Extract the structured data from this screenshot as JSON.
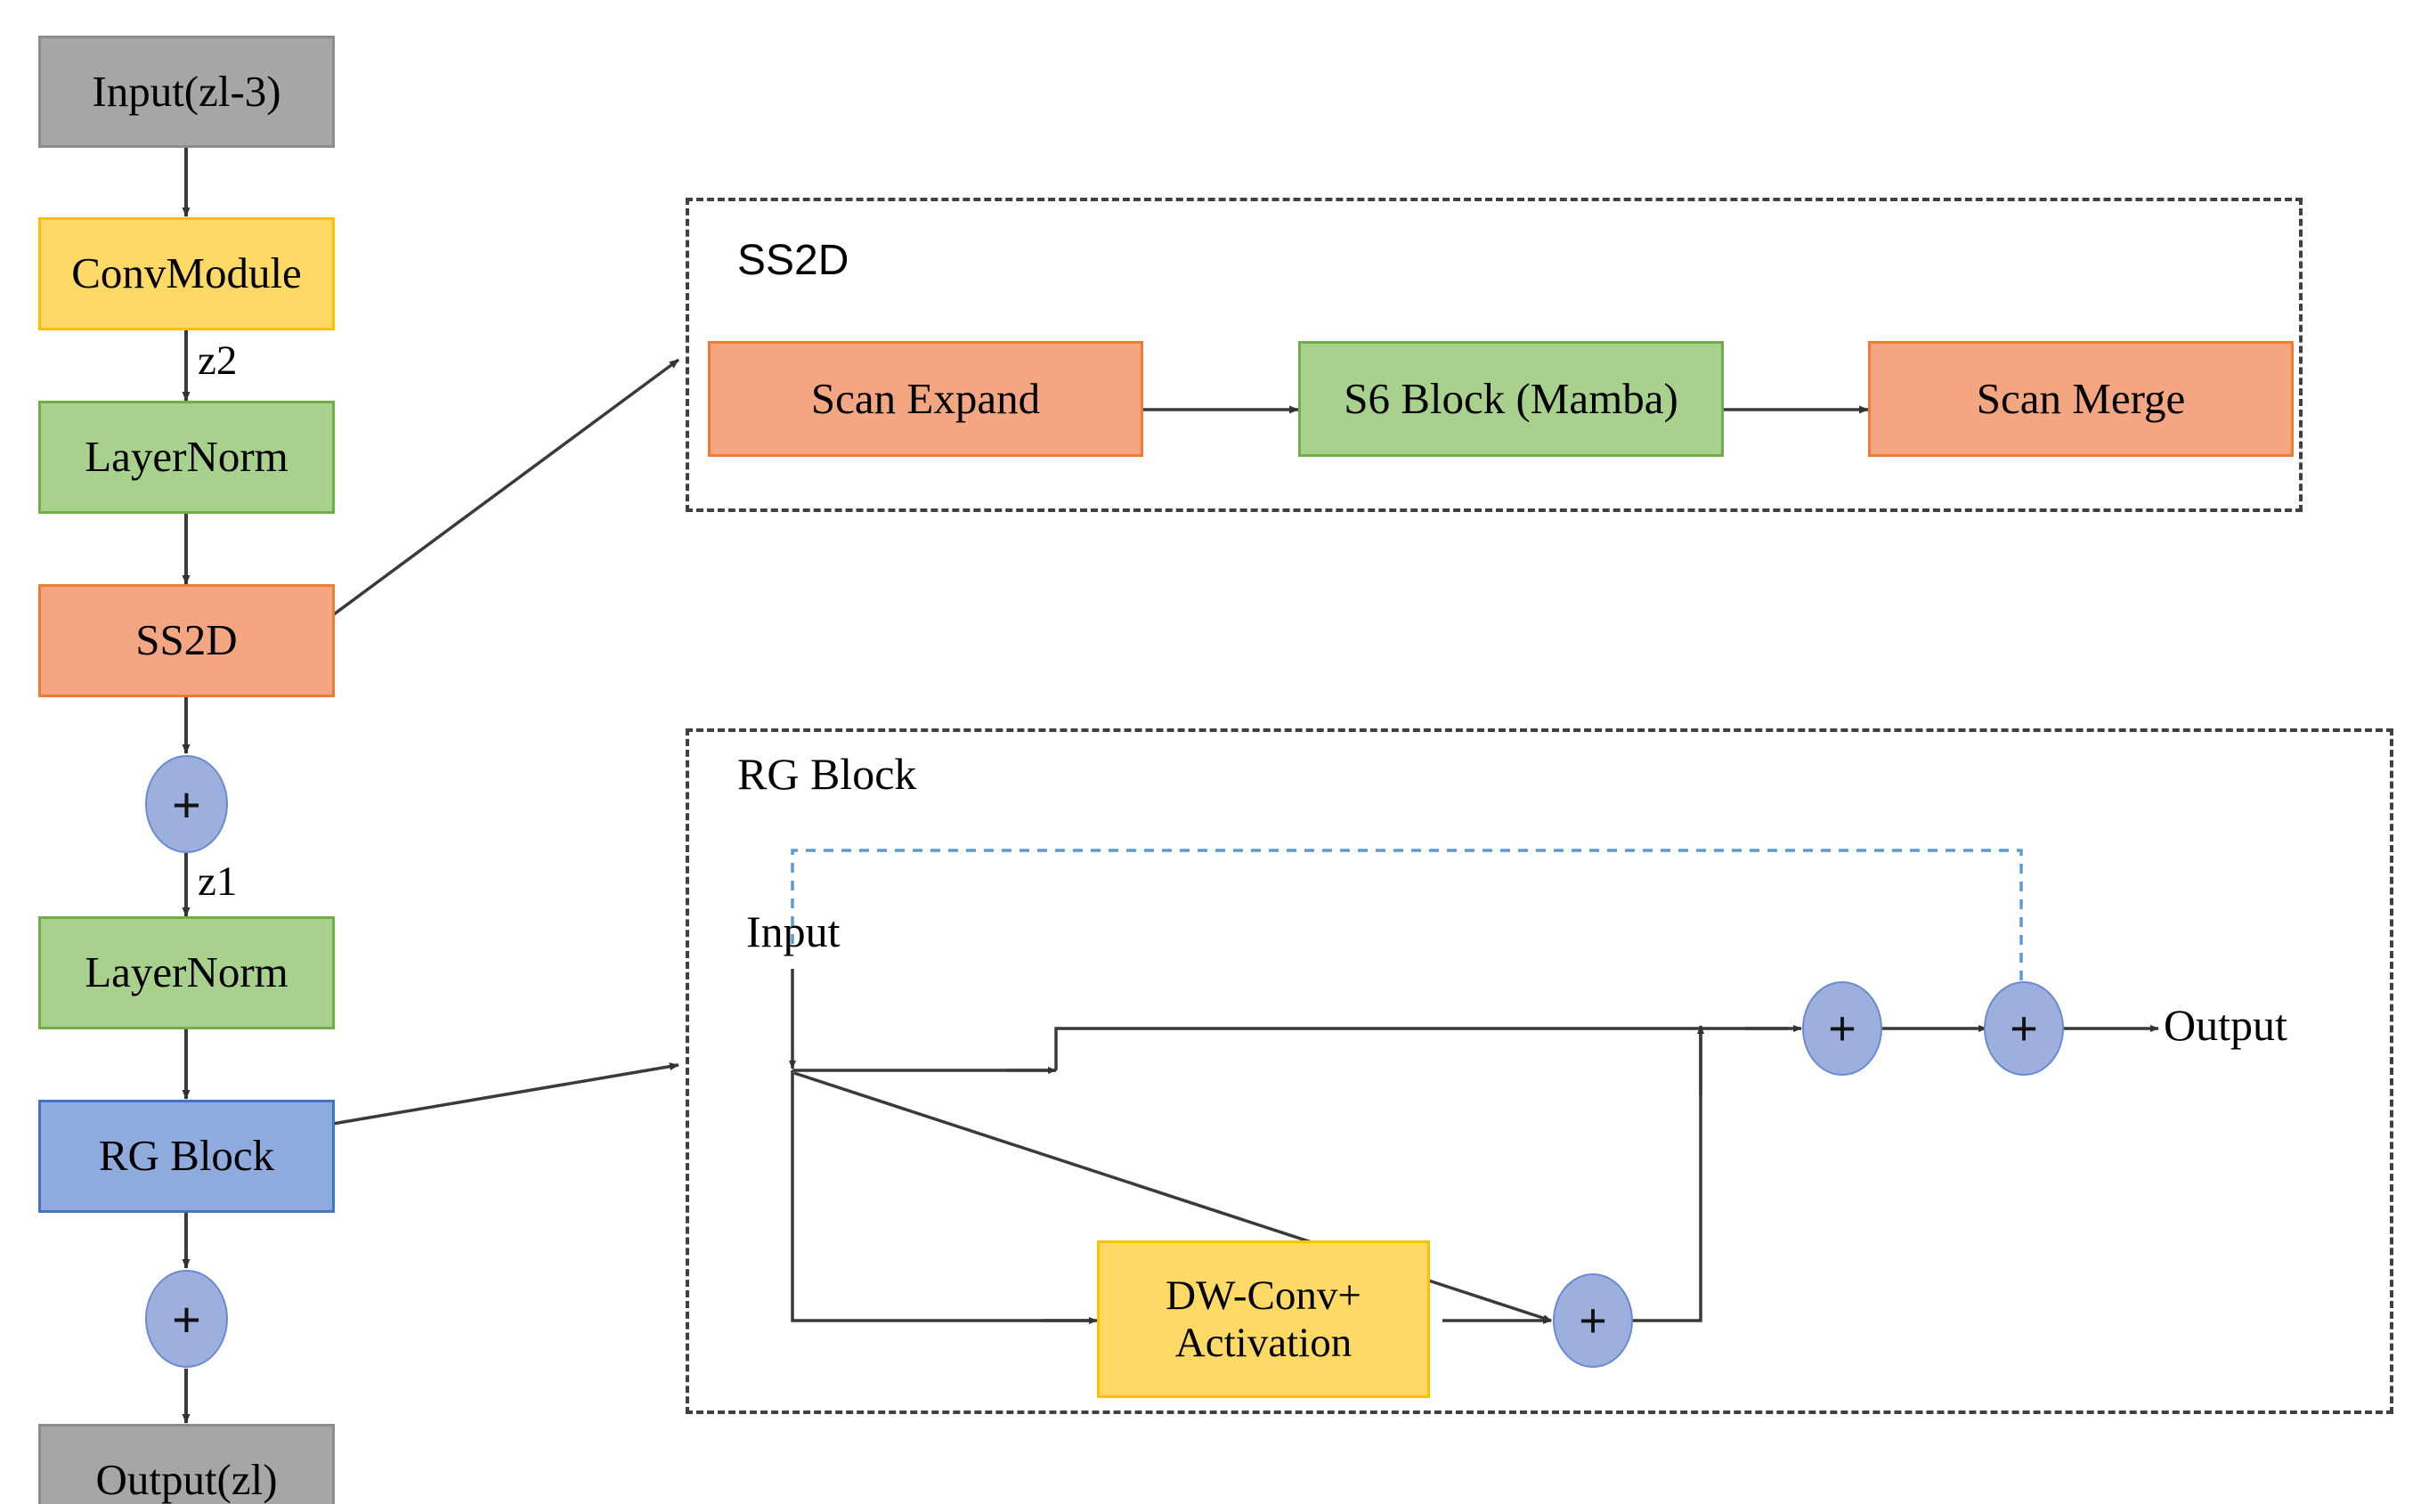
{
  "diagram": {
    "title": "VSS Block with SS2D and RG Block detail",
    "colors": {
      "gray": "#a6a6a6",
      "yellow": "#ffd966",
      "green": "#a9d18e",
      "orange": "#f4a582",
      "blue": "#8faadc",
      "adder_fill": "#9dafdd",
      "arrow": "#404040",
      "skip_connection": "#5b9bd5",
      "panel_border": "#404040"
    }
  },
  "main_flow": {
    "nodes": [
      {
        "id": "input",
        "label": "Input(zl-3)",
        "color": "gray"
      },
      {
        "id": "convmodule",
        "label": "ConvModule",
        "color": "yellow"
      },
      {
        "id": "layernorm1",
        "label": "LayerNorm",
        "color": "green"
      },
      {
        "id": "ss2d",
        "label": "SS2D",
        "color": "orange"
      },
      {
        "id": "add1",
        "label": "+",
        "color": "adder"
      },
      {
        "id": "layernorm2",
        "label": "LayerNorm",
        "color": "green"
      },
      {
        "id": "rgblock",
        "label": "RG Block",
        "color": "blue"
      },
      {
        "id": "add2",
        "label": "+",
        "color": "adder"
      },
      {
        "id": "output",
        "label": "Output(zl)",
        "color": "gray"
      }
    ],
    "edge_labels": [
      {
        "id": "z2",
        "text": "z2"
      },
      {
        "id": "z1",
        "text": "z1"
      }
    ]
  },
  "ss2d_panel": {
    "title": "SS2D",
    "nodes": [
      {
        "id": "scan_expand",
        "label": "Scan Expand",
        "color": "orange"
      },
      {
        "id": "s6_block",
        "label": "S6 Block (Mamba)",
        "color": "green"
      },
      {
        "id": "scan_merge",
        "label": "Scan Merge",
        "color": "orange"
      }
    ]
  },
  "rg_panel": {
    "title": "RG Block",
    "input_label": "Input",
    "output_label": "Output",
    "nodes": [
      {
        "id": "dwconv",
        "label": "DW-Conv+\nActivation",
        "label_line1": "DW-Conv+",
        "label_line2": "Activation",
        "color": "yellow"
      },
      {
        "id": "rg_add_low",
        "label": "+",
        "color": "adder"
      },
      {
        "id": "rg_add_mid",
        "label": "+",
        "color": "adder"
      },
      {
        "id": "rg_add_right",
        "label": "+",
        "color": "adder"
      }
    ]
  }
}
